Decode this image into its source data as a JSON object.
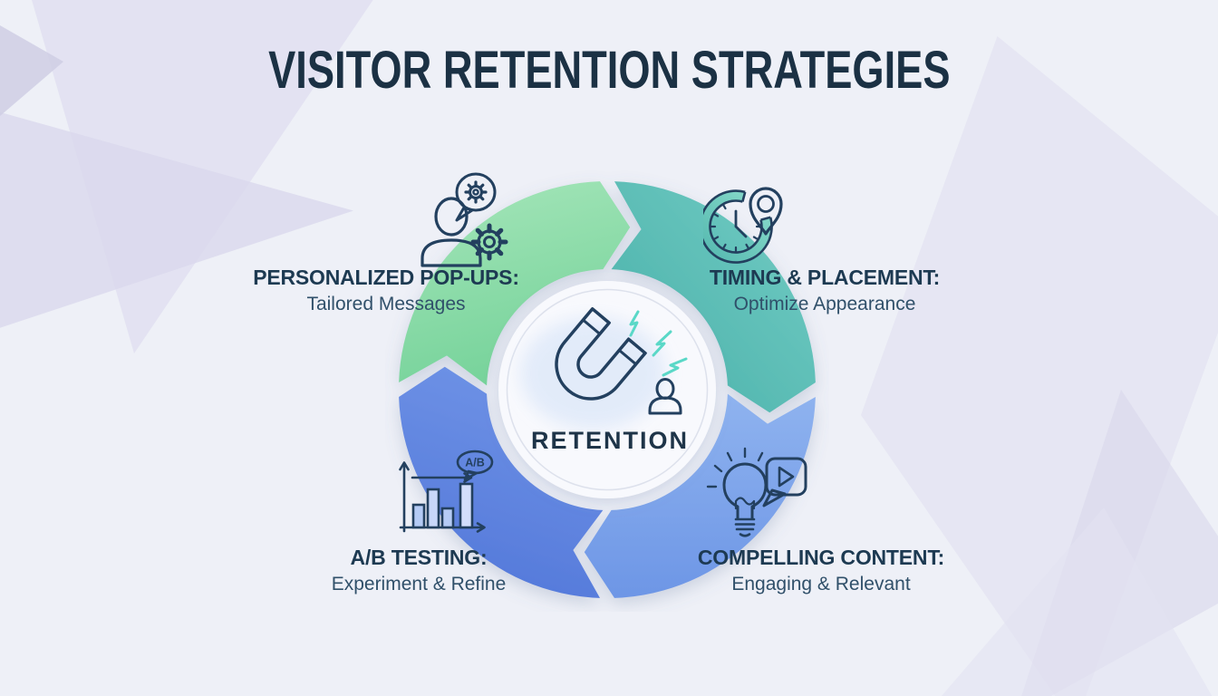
{
  "title": "VISITOR RETENTION STRATEGIES",
  "center": {
    "label": "RETENTION",
    "icon": "magnet-icon"
  },
  "segments": [
    {
      "heading": "PERSONALIZED POP-UPS:",
      "subheading": "Tailored Messages",
      "position": "top-left",
      "icon": "user-speech-gear-icon",
      "color_light": "#a6e6ba",
      "color_dark": "#77d39b"
    },
    {
      "heading": "TIMING & PLACEMENT:",
      "subheading": "Optimize Appearance",
      "position": "top-right",
      "icon": "clock-location-pin-icon",
      "color_light": "#74cdc5",
      "color_dark": "#47afa8"
    },
    {
      "heading": "COMPELLING CONTENT:",
      "subheading": "Engaging & Relevant",
      "position": "bottom-right",
      "icon": "lightbulb-video-bubble-icon",
      "color_light": "#8fb3ef",
      "color_dark": "#6d96e6"
    },
    {
      "heading": "A/B TESTING:",
      "subheading": "Experiment & Refine",
      "position": "bottom-left",
      "icon": "bar-chart-ab-bubble-icon",
      "bubble_text": "A/B",
      "color_light": "#6e92e6",
      "color_dark": "#5277d9"
    }
  ],
  "colors": {
    "background": "#eef0f7",
    "title_text": "#1b3144",
    "heading_text": "#1d3a52",
    "subheading_text": "#30506a",
    "navy_outline": "#23405f",
    "icon_green_light": "#a9e8bd",
    "icon_green_dark": "#7ed8a1",
    "bolt_teal": "#5ad8c7",
    "clock_teal_light": "#8adbcb",
    "clock_teal_dark": "#55b9b0",
    "magnet_light": "#c2d8f4",
    "magnet_dark": "#9095ea",
    "bubble_purple_light": "#a3a8f2",
    "bubble_purple_dark": "#7e84e6",
    "bar_fill_1": "#b5cbf5",
    "bar_fill_2": "#c8d7f9",
    "bar_fill_3": "#b5cbf5",
    "bar_fill_4": "#d3defb",
    "disc_fill": "#f8f9fd",
    "disc_border": "#dde1ec"
  }
}
